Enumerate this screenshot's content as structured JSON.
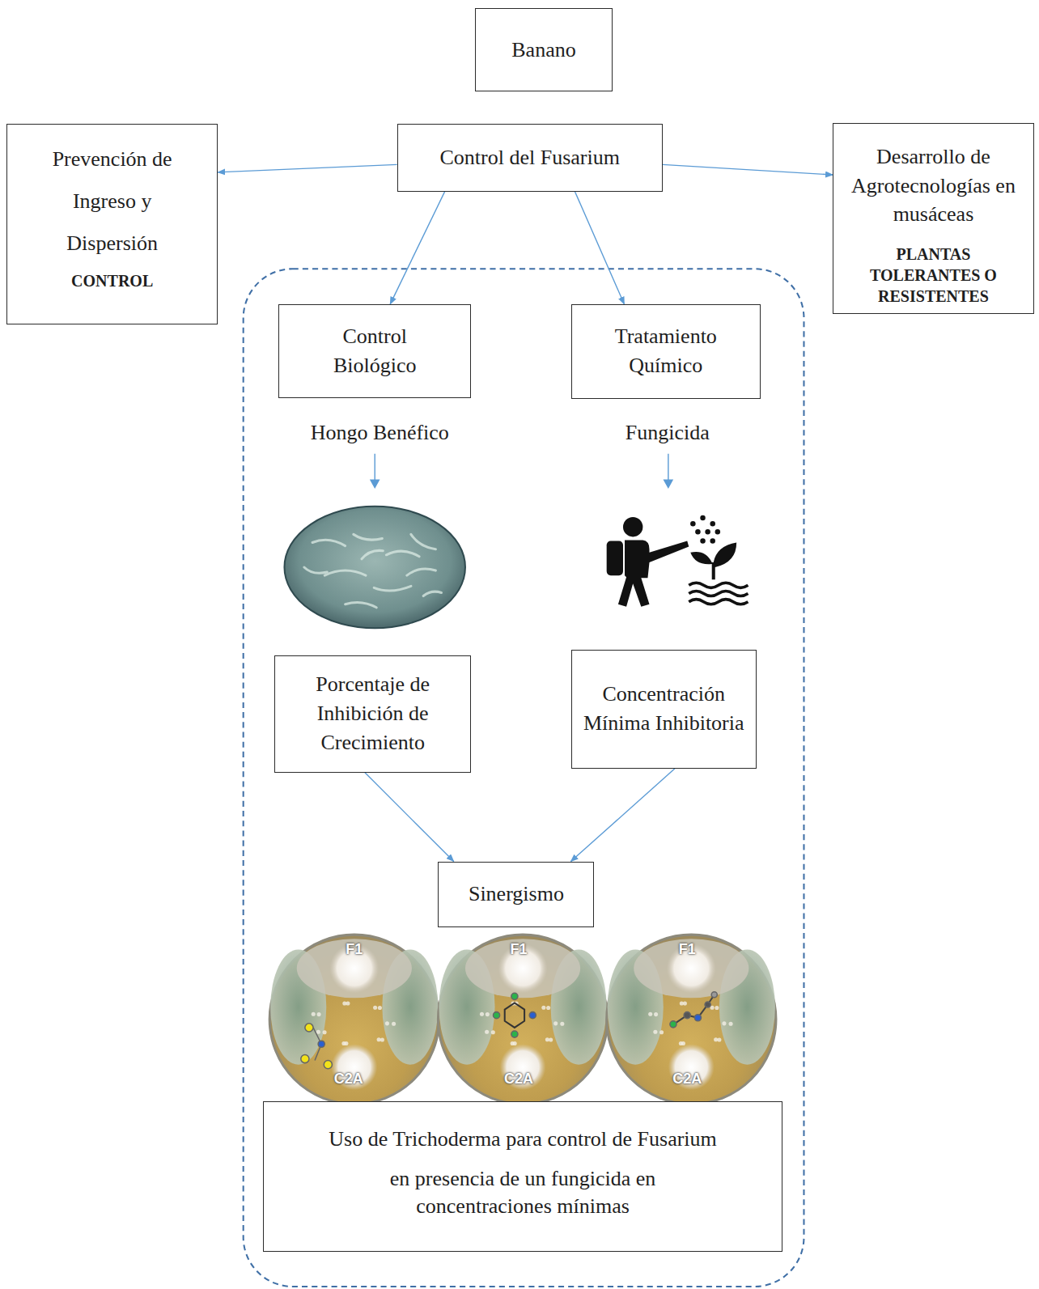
{
  "diagram": {
    "nodes": [
      {
        "text": [
          "Banano"
        ]
      },
      {
        "text": [
          "Prevención de Ingreso y Dispersión",
          "CONTROL"
        ]
      },
      {
        "text": [
          "Control del Fusarium"
        ]
      },
      {
        "text": [
          "Desarrollo de Agrotecnologías en musáceas",
          "PLANTAS TOLERANTES O RESISTENTES"
        ]
      },
      {
        "text": [
          "Control Biológico"
        ]
      },
      {
        "text": [
          "Tratamiento Químico"
        ]
      },
      {
        "text": [
          "Porcentaje de Inhibición de Crecimiento"
        ]
      },
      {
        "text": [
          "Concentración Mínima Inhibitoria"
        ]
      },
      {
        "text": [
          "Sinergismo"
        ]
      },
      {
        "text": [
          "Uso de Trichoderma para control de Fusarium",
          "en presencia de un fungicida en concentraciones mínimas"
        ]
      }
    ],
    "edges": [
      {
        "from": 2,
        "to": 1,
        "arrow": "to"
      },
      {
        "from": 2,
        "to": 3,
        "arrow": "to"
      },
      {
        "from": 2,
        "to": 4,
        "arrow": "to"
      },
      {
        "from": 2,
        "to": 5,
        "arrow": "to"
      },
      {
        "from": 6,
        "to": 8,
        "arrow": "to"
      },
      {
        "from": 7,
        "to": 8,
        "arrow": "to"
      }
    ],
    "labels": [
      "Hongo Benéfico",
      "Fungicida",
      "F1",
      "C2A",
      "F1",
      "C2A",
      "F1",
      "C2A"
    ]
  }
}
